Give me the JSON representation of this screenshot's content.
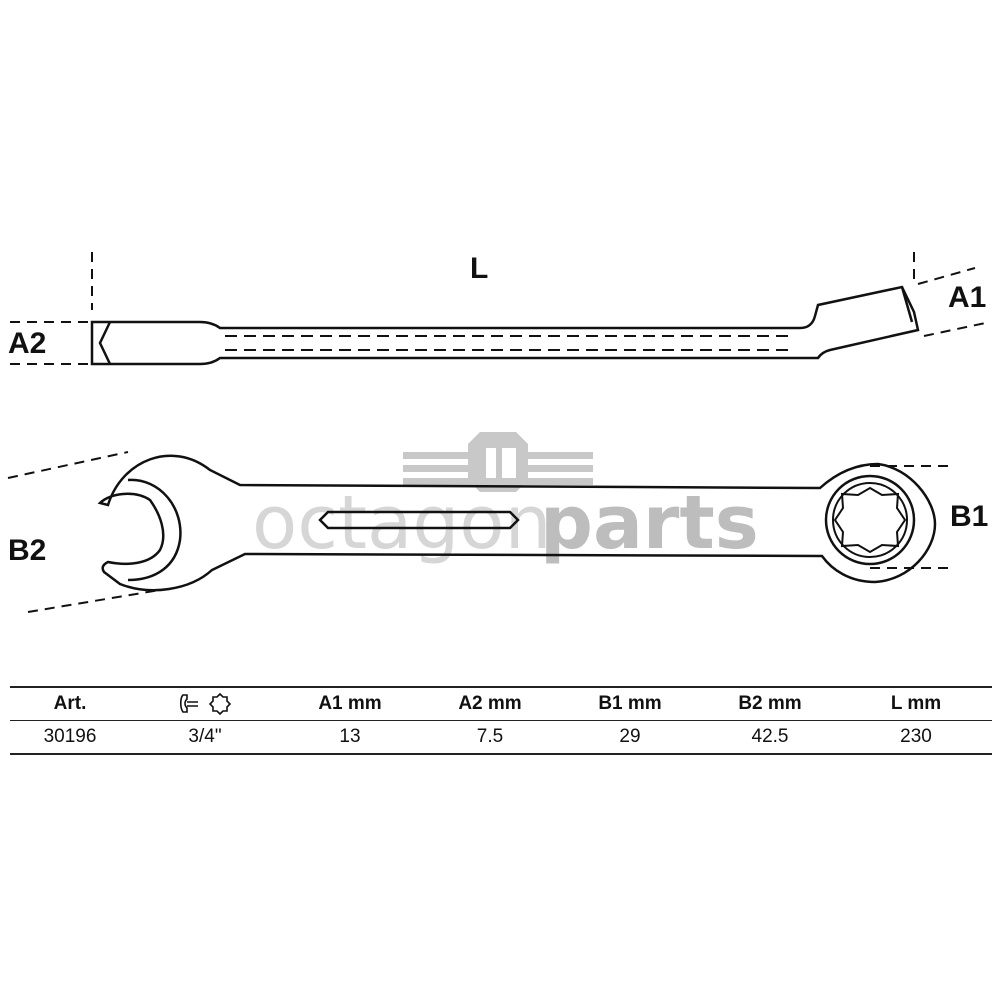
{
  "labels": {
    "length": "L",
    "a1": "A1",
    "a2": "A2",
    "b1": "B1",
    "b2": "B2"
  },
  "watermark": {
    "light": "octagon",
    "bold": "parts",
    "icon": "octagon-parts-logo"
  },
  "table": {
    "headers": {
      "art": "Art.",
      "size_icons": [
        "open-end-wrench-icon",
        "twelve-point-ring-icon"
      ],
      "a1": "A1   mm",
      "a2": "A2  mm",
      "b1": "B1  mm",
      "b2": "B2   mm",
      "l": "L   mm"
    },
    "row": {
      "art": "30196",
      "size": "3/4\"",
      "a1": "13",
      "a2": "7.5",
      "b1": "29",
      "b2": "42.5",
      "l": "230"
    }
  },
  "colors": {
    "line": "#111111",
    "watermark": "#c8c8c8"
  }
}
